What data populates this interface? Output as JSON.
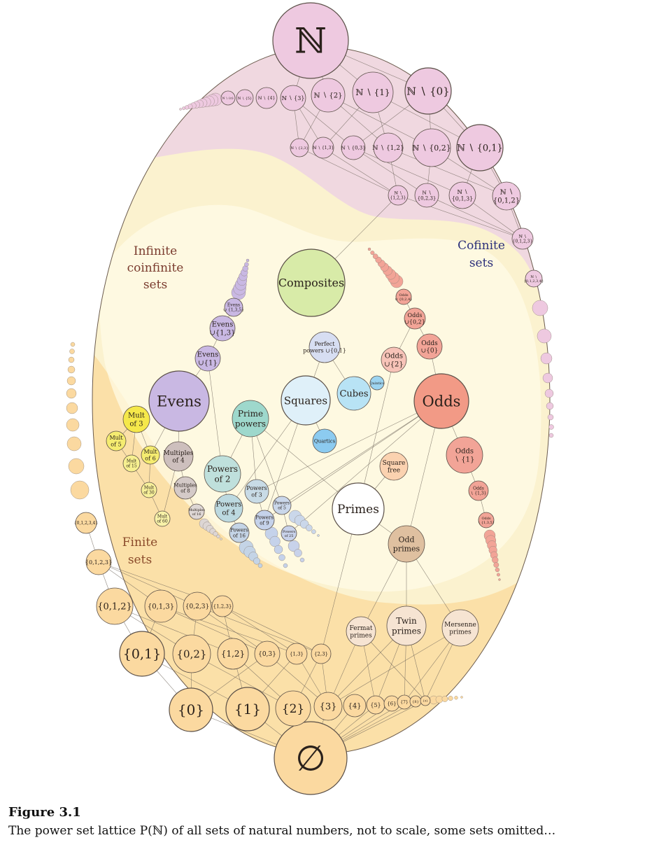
{
  "figure": {
    "label": "Figure 3.1",
    "caption": "The power set lattice P(ℕ) of all sets of natural numbers, not to scale, some sets omitted…"
  },
  "regions": [
    {
      "id": "infinite-coinfinite",
      "label_lines": [
        "Infinite",
        "coinfinite",
        "sets"
      ],
      "color": "#7a3b2e"
    },
    {
      "id": "cofinite",
      "label_lines": [
        "Cofinite",
        "sets"
      ],
      "color": "#2b2f7a"
    },
    {
      "id": "finite",
      "label_lines": [
        "Finite",
        "sets"
      ],
      "color": "#8a4a2a"
    }
  ],
  "colors": {
    "ellipse_fill": "#fbf2cf",
    "cofinite_region": "#f0d8e0",
    "finite_region": "#fbe0a8",
    "core_region": "#fffce8",
    "pink_node": "#ecc9e0",
    "orange_node": "#fcd9a4",
    "evens_node": "#c9b8e3",
    "odds_node": "#f29a86",
    "prime_node": "#ffffff",
    "composite_node": "#d8eba8"
  },
  "nodes": [
    {
      "id": "N",
      "label": "ℕ",
      "fill": "#eec9e0"
    },
    {
      "id": "N-0",
      "label": "ℕ ∖ {0}",
      "fill": "#eec9e0"
    },
    {
      "id": "N-1",
      "label": "ℕ ∖ {1}",
      "fill": "#eec9e0"
    },
    {
      "id": "N-2",
      "label": "ℕ ∖ {2}",
      "fill": "#eec9e0"
    },
    {
      "id": "N-3",
      "label": "ℕ ∖ {3}",
      "fill": "#eec9e0"
    },
    {
      "id": "N-4",
      "label": "ℕ ∖ {4}",
      "fill": "#eec9e0"
    },
    {
      "id": "N-5",
      "label": "ℕ ∖ {5}",
      "fill": "#eec9e0"
    },
    {
      "id": "N-6",
      "label": "ℕ ∖ {6}",
      "fill": "#eec9e0"
    },
    {
      "id": "N-01",
      "label": "ℕ ∖ {0,1}",
      "fill": "#eec9e0"
    },
    {
      "id": "N-02",
      "label": "ℕ ∖ {0,2}",
      "fill": "#eec9e0"
    },
    {
      "id": "N-12",
      "label": "ℕ ∖ {1,2}",
      "fill": "#eec9e0"
    },
    {
      "id": "N-03",
      "label": "ℕ ∖ {0,3}",
      "fill": "#eec9e0"
    },
    {
      "id": "N-13",
      "label": "ℕ ∖ {1,3}",
      "fill": "#eec9e0"
    },
    {
      "id": "N-23",
      "label": "ℕ ∖ {2,3}",
      "fill": "#eec9e0"
    },
    {
      "id": "N-012",
      "label": "ℕ ∖ {0,1,2}",
      "fill": "#eec9e0"
    },
    {
      "id": "N-013",
      "label": "ℕ ∖ {0,1,3}",
      "fill": "#eec9e0"
    },
    {
      "id": "N-023",
      "label": "ℕ ∖ {0,2,3}",
      "fill": "#eec9e0"
    },
    {
      "id": "N-123",
      "label": "ℕ ∖ {1,2,3}",
      "fill": "#eec9e0"
    },
    {
      "id": "N-0123",
      "label": "ℕ ∖ {0,1,2,3}",
      "fill": "#eec9e0"
    },
    {
      "id": "N-01234",
      "label": "ℕ ∖ {0,1,2,3,4}",
      "fill": "#eec9e0"
    },
    {
      "id": "composites",
      "label": "Composites",
      "fill": "#d8eba8"
    },
    {
      "id": "evens",
      "label": "Evens",
      "fill": "#c9b8e3"
    },
    {
      "id": "evens-u1",
      "label": "Evens ∪{1}",
      "fill": "#c9b8e3"
    },
    {
      "id": "evens-u13",
      "label": "Evens ∪{1,3}",
      "fill": "#c9b8e3"
    },
    {
      "id": "evens-u135",
      "label": "Evens ∪ {1,3,5}",
      "fill": "#c9b8e3"
    },
    {
      "id": "mult3",
      "label": "Mult of 3",
      "fill": "#f5e84a"
    },
    {
      "id": "mult5",
      "label": "Mult of 5",
      "fill": "#f5ec70"
    },
    {
      "id": "mult6",
      "label": "Mult of 6",
      "fill": "#f5ec70"
    },
    {
      "id": "mult15",
      "label": "Mult of 15",
      "fill": "#f7f090"
    },
    {
      "id": "mult30",
      "label": "Mult of 30",
      "fill": "#f7f09a"
    },
    {
      "id": "mult60",
      "label": "Mult of 60",
      "fill": "#f8f2a8"
    },
    {
      "id": "mult4",
      "label": "Multiples of 4",
      "fill": "#cdbfbd"
    },
    {
      "id": "mult8",
      "label": "Multiples of 8",
      "fill": "#d4cac8"
    },
    {
      "id": "mult16",
      "label": "Multiples of 16",
      "fill": "#ddd6d4"
    },
    {
      "id": "prime-powers",
      "label": "Prime powers",
      "fill": "#9ed8cc"
    },
    {
      "id": "pow2",
      "label": "Powers of 2",
      "fill": "#bfe0dc"
    },
    {
      "id": "pow4",
      "label": "Powers of 4",
      "fill": "#bcd9e0"
    },
    {
      "id": "pow16",
      "label": "Powers of 16",
      "fill": "#c4d4e6"
    },
    {
      "id": "pow3",
      "label": "Powers of 3",
      "fill": "#c8dbe6"
    },
    {
      "id": "pow9",
      "label": "Powers of 9",
      "fill": "#c5d2ea"
    },
    {
      "id": "pow5",
      "label": "Powers of 5",
      "fill": "#cad7ea"
    },
    {
      "id": "pow25",
      "label": "Powers of 25",
      "fill": "#c8d2ea"
    },
    {
      "id": "squares",
      "label": "Squares",
      "fill": "#dff0f9"
    },
    {
      "id": "perfect-powers",
      "label": "Perfect powers ∪{0,1}",
      "fill": "#d7def2"
    },
    {
      "id": "cubes",
      "label": "Cubes",
      "fill": "#b8e3f5"
    },
    {
      "id": "quartics",
      "label": "Quartics",
      "fill": "#8ccbf0"
    },
    {
      "id": "quintics",
      "label": "Quintics",
      "fill": "#9dd4f0"
    },
    {
      "id": "odds",
      "label": "Odds",
      "fill": "#f29a86"
    },
    {
      "id": "odds-u2",
      "label": "Odds ∪{2}",
      "fill": "#f7c3b8"
    },
    {
      "id": "odds-u02",
      "label": "Odds ∪{0,2}",
      "fill": "#f2a497"
    },
    {
      "id": "odds-u0",
      "label": "Odds ∪{0}",
      "fill": "#f2a497"
    },
    {
      "id": "odds-u024",
      "label": "Odds ∪ {0,2,4}",
      "fill": "#f2a497"
    },
    {
      "id": "odds-m1",
      "label": "Odds ∖ {1}",
      "fill": "#f2a497"
    },
    {
      "id": "odds-m13",
      "label": "Odds ∖ {1,3}",
      "fill": "#f2a497"
    },
    {
      "id": "odds-m135",
      "label": "Odds ∖ {1,3,5}",
      "fill": "#f2a497"
    },
    {
      "id": "square-free",
      "label": "Square free",
      "fill": "#fbd2b0"
    },
    {
      "id": "primes",
      "label": "Primes",
      "fill": "#ffffff"
    },
    {
      "id": "odd-primes",
      "label": "Odd primes",
      "fill": "#dfc0a0"
    },
    {
      "id": "fermat",
      "label": "Fermat primes",
      "fill": "#f6e4d2"
    },
    {
      "id": "twin",
      "label": "Twin primes",
      "fill": "#f6e4d2"
    },
    {
      "id": "mersenne",
      "label": "Mersenne primes",
      "fill": "#f6e4d2"
    },
    {
      "id": "empty",
      "label": "∅",
      "fill": "#fbd9a0"
    },
    {
      "id": "s0",
      "label": "{0}",
      "fill": "#fbd9a0"
    },
    {
      "id": "s1",
      "label": "{1}",
      "fill": "#fbd9a0"
    },
    {
      "id": "s2",
      "label": "{2}",
      "fill": "#fbd9a0"
    },
    {
      "id": "s3",
      "label": "{3}",
      "fill": "#fbd9a0"
    },
    {
      "id": "s4",
      "label": "{4}",
      "fill": "#fbd9a0"
    },
    {
      "id": "s5",
      "label": "{5}",
      "fill": "#fbd9a0"
    },
    {
      "id": "s6",
      "label": "{6}",
      "fill": "#fbd9a0"
    },
    {
      "id": "s7",
      "label": "{7}",
      "fill": "#fbd9a0"
    },
    {
      "id": "s8",
      "label": "{8}",
      "fill": "#fbd9a0"
    },
    {
      "id": "s9",
      "label": "{9}",
      "fill": "#fbd9a0"
    },
    {
      "id": "s01",
      "label": "{0,1}",
      "fill": "#fbd9a0"
    },
    {
      "id": "s02",
      "label": "{0,2}",
      "fill": "#fbd9a0"
    },
    {
      "id": "s12",
      "label": "{1,2}",
      "fill": "#fbd9a0"
    },
    {
      "id": "s03",
      "label": "{0,3}",
      "fill": "#fbd9a0"
    },
    {
      "id": "s13",
      "label": "{1,3}",
      "fill": "#fbd9a0"
    },
    {
      "id": "s23",
      "label": "{2,3}",
      "fill": "#fbd9a0"
    },
    {
      "id": "s012",
      "label": "{0,1,2}",
      "fill": "#fbd9a0"
    },
    {
      "id": "s013",
      "label": "{0,1,3}",
      "fill": "#fbd9a0"
    },
    {
      "id": "s023",
      "label": "{0,2,3}",
      "fill": "#fbd9a0"
    },
    {
      "id": "s123",
      "label": "{1,2,3}",
      "fill": "#fbd9a0"
    },
    {
      "id": "s0123",
      "label": "{0,1,2,3}",
      "fill": "#fbd9a0"
    },
    {
      "id": "s01234",
      "label": "{0,1,2,3,4}",
      "fill": "#fbd9a0"
    }
  ],
  "edges": [
    [
      "N",
      "N-0"
    ],
    [
      "N",
      "N-1"
    ],
    [
      "N",
      "N-2"
    ],
    [
      "N",
      "N-3"
    ],
    [
      "N-0",
      "N-01"
    ],
    [
      "N-0",
      "N-02"
    ],
    [
      "N-1",
      "N-01"
    ],
    [
      "N-1",
      "N-12"
    ],
    [
      "N-2",
      "N-02"
    ],
    [
      "N-2",
      "N-12"
    ],
    [
      "N-1",
      "N-13"
    ],
    [
      "N-3",
      "N-13"
    ],
    [
      "N-3",
      "N-23"
    ],
    [
      "N-2",
      "N-23"
    ],
    [
      "N-0",
      "N-03"
    ],
    [
      "N-3",
      "N-03"
    ],
    [
      "N-01",
      "N-012"
    ],
    [
      "N-02",
      "N-012"
    ],
    [
      "N-12",
      "N-012"
    ],
    [
      "N-01",
      "N-013"
    ],
    [
      "N-02",
      "N-023"
    ],
    [
      "N-12",
      "N-123"
    ],
    [
      "N-13",
      "N-123"
    ],
    [
      "N-23",
      "N-123"
    ],
    [
      "N-03",
      "N-013"
    ],
    [
      "N-03",
      "N-023"
    ],
    [
      "N-012",
      "N-0123"
    ],
    [
      "N-013",
      "N-0123"
    ],
    [
      "N-023",
      "N-0123"
    ],
    [
      "N-123",
      "N-0123"
    ],
    [
      "N-123",
      "composites"
    ],
    [
      "evens",
      "evens-u1"
    ],
    [
      "evens-u1",
      "evens-u13"
    ],
    [
      "evens-u13",
      "evens-u135"
    ],
    [
      "evens",
      "mult4"
    ],
    [
      "mult4",
      "mult8"
    ],
    [
      "mult8",
      "mult16"
    ],
    [
      "mult3",
      "mult6"
    ],
    [
      "mult3",
      "mult15"
    ],
    [
      "mult5",
      "mult15"
    ],
    [
      "evens",
      "mult6"
    ],
    [
      "mult6",
      "mult30"
    ],
    [
      "mult15",
      "mult30"
    ],
    [
      "mult30",
      "mult60"
    ],
    [
      "mult4",
      "mult60"
    ],
    [
      "mult3",
      "mult5"
    ],
    [
      "evens-u1",
      "pow2"
    ],
    [
      "prime-powers",
      "pow2"
    ],
    [
      "prime-powers",
      "pow3"
    ],
    [
      "prime-powers",
      "pow5"
    ],
    [
      "pow2",
      "pow4"
    ],
    [
      "pow4",
      "pow16"
    ],
    [
      "pow3",
      "pow9"
    ],
    [
      "pow5",
      "pow25"
    ],
    [
      "squares",
      "pow4"
    ],
    [
      "squares",
      "pow9"
    ],
    [
      "squares",
      "quartics"
    ],
    [
      "perfect-powers",
      "squares"
    ],
    [
      "perfect-powers",
      "cubes"
    ],
    [
      "cubes",
      "quintics"
    ],
    [
      "odds-u2",
      "primes"
    ],
    [
      "odds-u2",
      "odds-u02"
    ],
    [
      "odds-u02",
      "odds-u024"
    ],
    [
      "odds-u0",
      "odds-u02"
    ],
    [
      "odds",
      "odds-u0"
    ],
    [
      "odds",
      "odds-m1"
    ],
    [
      "odds-m1",
      "odds-m13"
    ],
    [
      "odds-m13",
      "odds-m135"
    ],
    [
      "odds",
      "odd-primes"
    ],
    [
      "square-free",
      "primes"
    ],
    [
      "primes",
      "odd-primes"
    ],
    [
      "prime-powers",
      "primes"
    ],
    [
      "odd-primes",
      "fermat"
    ],
    [
      "odd-primes",
      "twin"
    ],
    [
      "odd-primes",
      "mersenne"
    ],
    [
      "primes",
      "s23"
    ],
    [
      "odds",
      "pow3"
    ],
    [
      "odds",
      "pow9"
    ],
    [
      "odds",
      "pow5"
    ],
    [
      "odds",
      "pow25"
    ],
    [
      "fermat",
      "s3"
    ],
    [
      "fermat",
      "s5"
    ],
    [
      "twin",
      "s3"
    ],
    [
      "twin",
      "s5"
    ],
    [
      "twin",
      "s7"
    ],
    [
      "mersenne",
      "s3"
    ],
    [
      "mersenne",
      "s7"
    ],
    [
      "twin",
      "s9"
    ],
    [
      "mersenne",
      "s9"
    ],
    [
      "fermat",
      "s9"
    ],
    [
      "s0",
      "empty"
    ],
    [
      "s1",
      "empty"
    ],
    [
      "s2",
      "empty"
    ],
    [
      "s3",
      "empty"
    ],
    [
      "s4",
      "empty"
    ],
    [
      "s5",
      "empty"
    ],
    [
      "s6",
      "empty"
    ],
    [
      "s7",
      "empty"
    ],
    [
      "s8",
      "empty"
    ],
    [
      "s9",
      "empty"
    ],
    [
      "s01",
      "s0"
    ],
    [
      "s01",
      "s1"
    ],
    [
      "s02",
      "s0"
    ],
    [
      "s02",
      "s2"
    ],
    [
      "s12",
      "s1"
    ],
    [
      "s12",
      "s2"
    ],
    [
      "s03",
      "s0"
    ],
    [
      "s03",
      "s3"
    ],
    [
      "s13",
      "s1"
    ],
    [
      "s13",
      "s3"
    ],
    [
      "s23",
      "s2"
    ],
    [
      "s23",
      "s3"
    ],
    [
      "s012",
      "s01"
    ],
    [
      "s012",
      "s02"
    ],
    [
      "s012",
      "s12"
    ],
    [
      "s013",
      "s01"
    ],
    [
      "s013",
      "s03"
    ],
    [
      "s013",
      "s13"
    ],
    [
      "s023",
      "s02"
    ],
    [
      "s023",
      "s03"
    ],
    [
      "s023",
      "s23"
    ],
    [
      "s123",
      "s12"
    ],
    [
      "s123",
      "s13"
    ],
    [
      "s123",
      "s23"
    ],
    [
      "s0123",
      "s012"
    ],
    [
      "s0123",
      "s013"
    ],
    [
      "s0123",
      "s023"
    ],
    [
      "s0123",
      "s123"
    ],
    [
      "s01234",
      "s0123"
    ]
  ]
}
